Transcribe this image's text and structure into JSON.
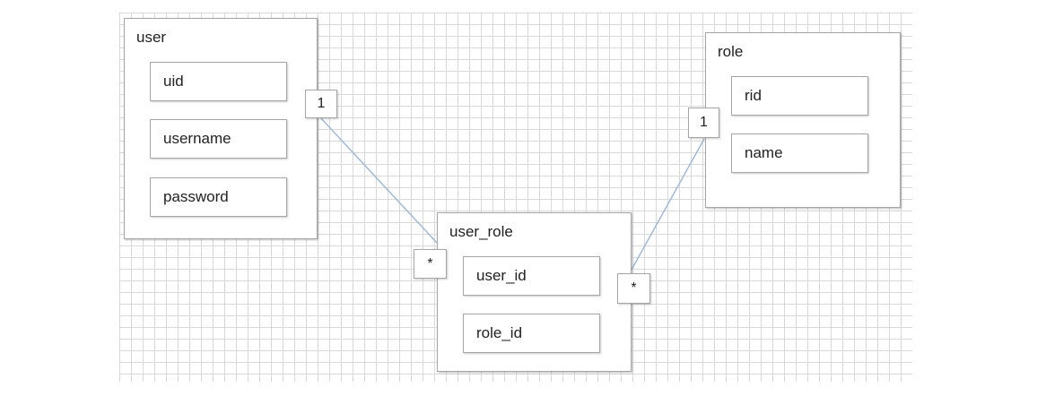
{
  "diagram": {
    "entities": {
      "user": {
        "title": "user",
        "fields": [
          "uid",
          "username",
          "password"
        ]
      },
      "role": {
        "title": "role",
        "fields": [
          "rid",
          "name"
        ]
      },
      "user_role": {
        "title": "user_role",
        "fields": [
          "user_id",
          "role_id"
        ]
      }
    },
    "relationships": [
      {
        "from": "user.uid",
        "to": "user_role.user_id",
        "from_multiplicity": "1",
        "to_multiplicity": "*"
      },
      {
        "from": "role.rid",
        "to": "user_role.role_id",
        "from_multiplicity": "1",
        "to_multiplicity": "*"
      }
    ],
    "colors": {
      "connector": "#9fb9d8",
      "grid": "#d9d9d9",
      "border": "#a6a6a6"
    }
  }
}
